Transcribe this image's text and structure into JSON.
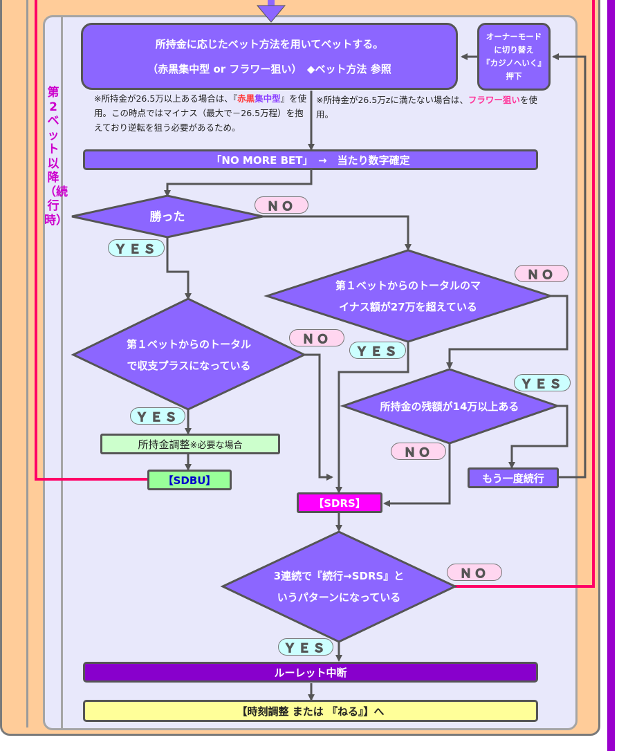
{
  "colors": {
    "panel": "#ffcc99",
    "inner": "#e8e8fb",
    "process": "#8c66ff",
    "accent_line": "#ff0066",
    "sdbu_fill": "#99ff99",
    "sdbu_text": "#0000cc",
    "sdrs_fill": "#ff00ff",
    "adjust_fill": "#ccffcc",
    "stop_fill": "#8800cc",
    "end_fill": "#ffff99",
    "yes_fill": "#ccffff",
    "no_fill": "#ffd6f0"
  },
  "section_label": "第2ベット以降（続行時）",
  "main_box": {
    "line1": "所持金に応じたベット方法を用いてベットする。",
    "line2": "（赤黒集中型 or フラワー狙い）　◆ベット方法 参照"
  },
  "owner_mode_box": {
    "line1": "オーナーモード",
    "line2": "に切り替え",
    "line3": "『カジノへいく』",
    "line4": "押下"
  },
  "note_left": {
    "part1": "※所持金が26.5万以上ある場合は、『",
    "red": "赤黒",
    "violet": "集中型",
    "part2": "』を使用。この時点ではマイナス（最大で－26.5万程）を抱えており逆転を狙う必要があるため。"
  },
  "note_right": {
    "part1": "※所持金が26.5万zに満たない場合は、",
    "pink": "フラワー狙い",
    "part2": "を使用。"
  },
  "no_more_bet": "「NO MORE BET」　→　当たり数字確定",
  "decision_won": "勝った",
  "decision_profit": {
    "line1": "第１ベットからのトータル",
    "line2": "で収支プラスになっている"
  },
  "decision_minus": {
    "line1": "第１ベットからのトータルのマ",
    "line2": "イナス額が27万を超えている"
  },
  "decision_balance": "所持金の残額が14万以上ある",
  "decision_streak": {
    "line1": "3連続で『続行→SDRS』と",
    "line2": "いうパターンになっている"
  },
  "adjust_box": {
    "main": "所持金調整",
    "note": " ※必要な場合"
  },
  "sdbu": "【SDBU】",
  "sdrs": "【SDRS】",
  "continue": "もう一度続行",
  "stop_roulette": "ルーレット中断",
  "time_adjust": "【時刻調整 または 『ねる』】へ",
  "yes": "ＹＥＳ",
  "no": "ＮＯ"
}
